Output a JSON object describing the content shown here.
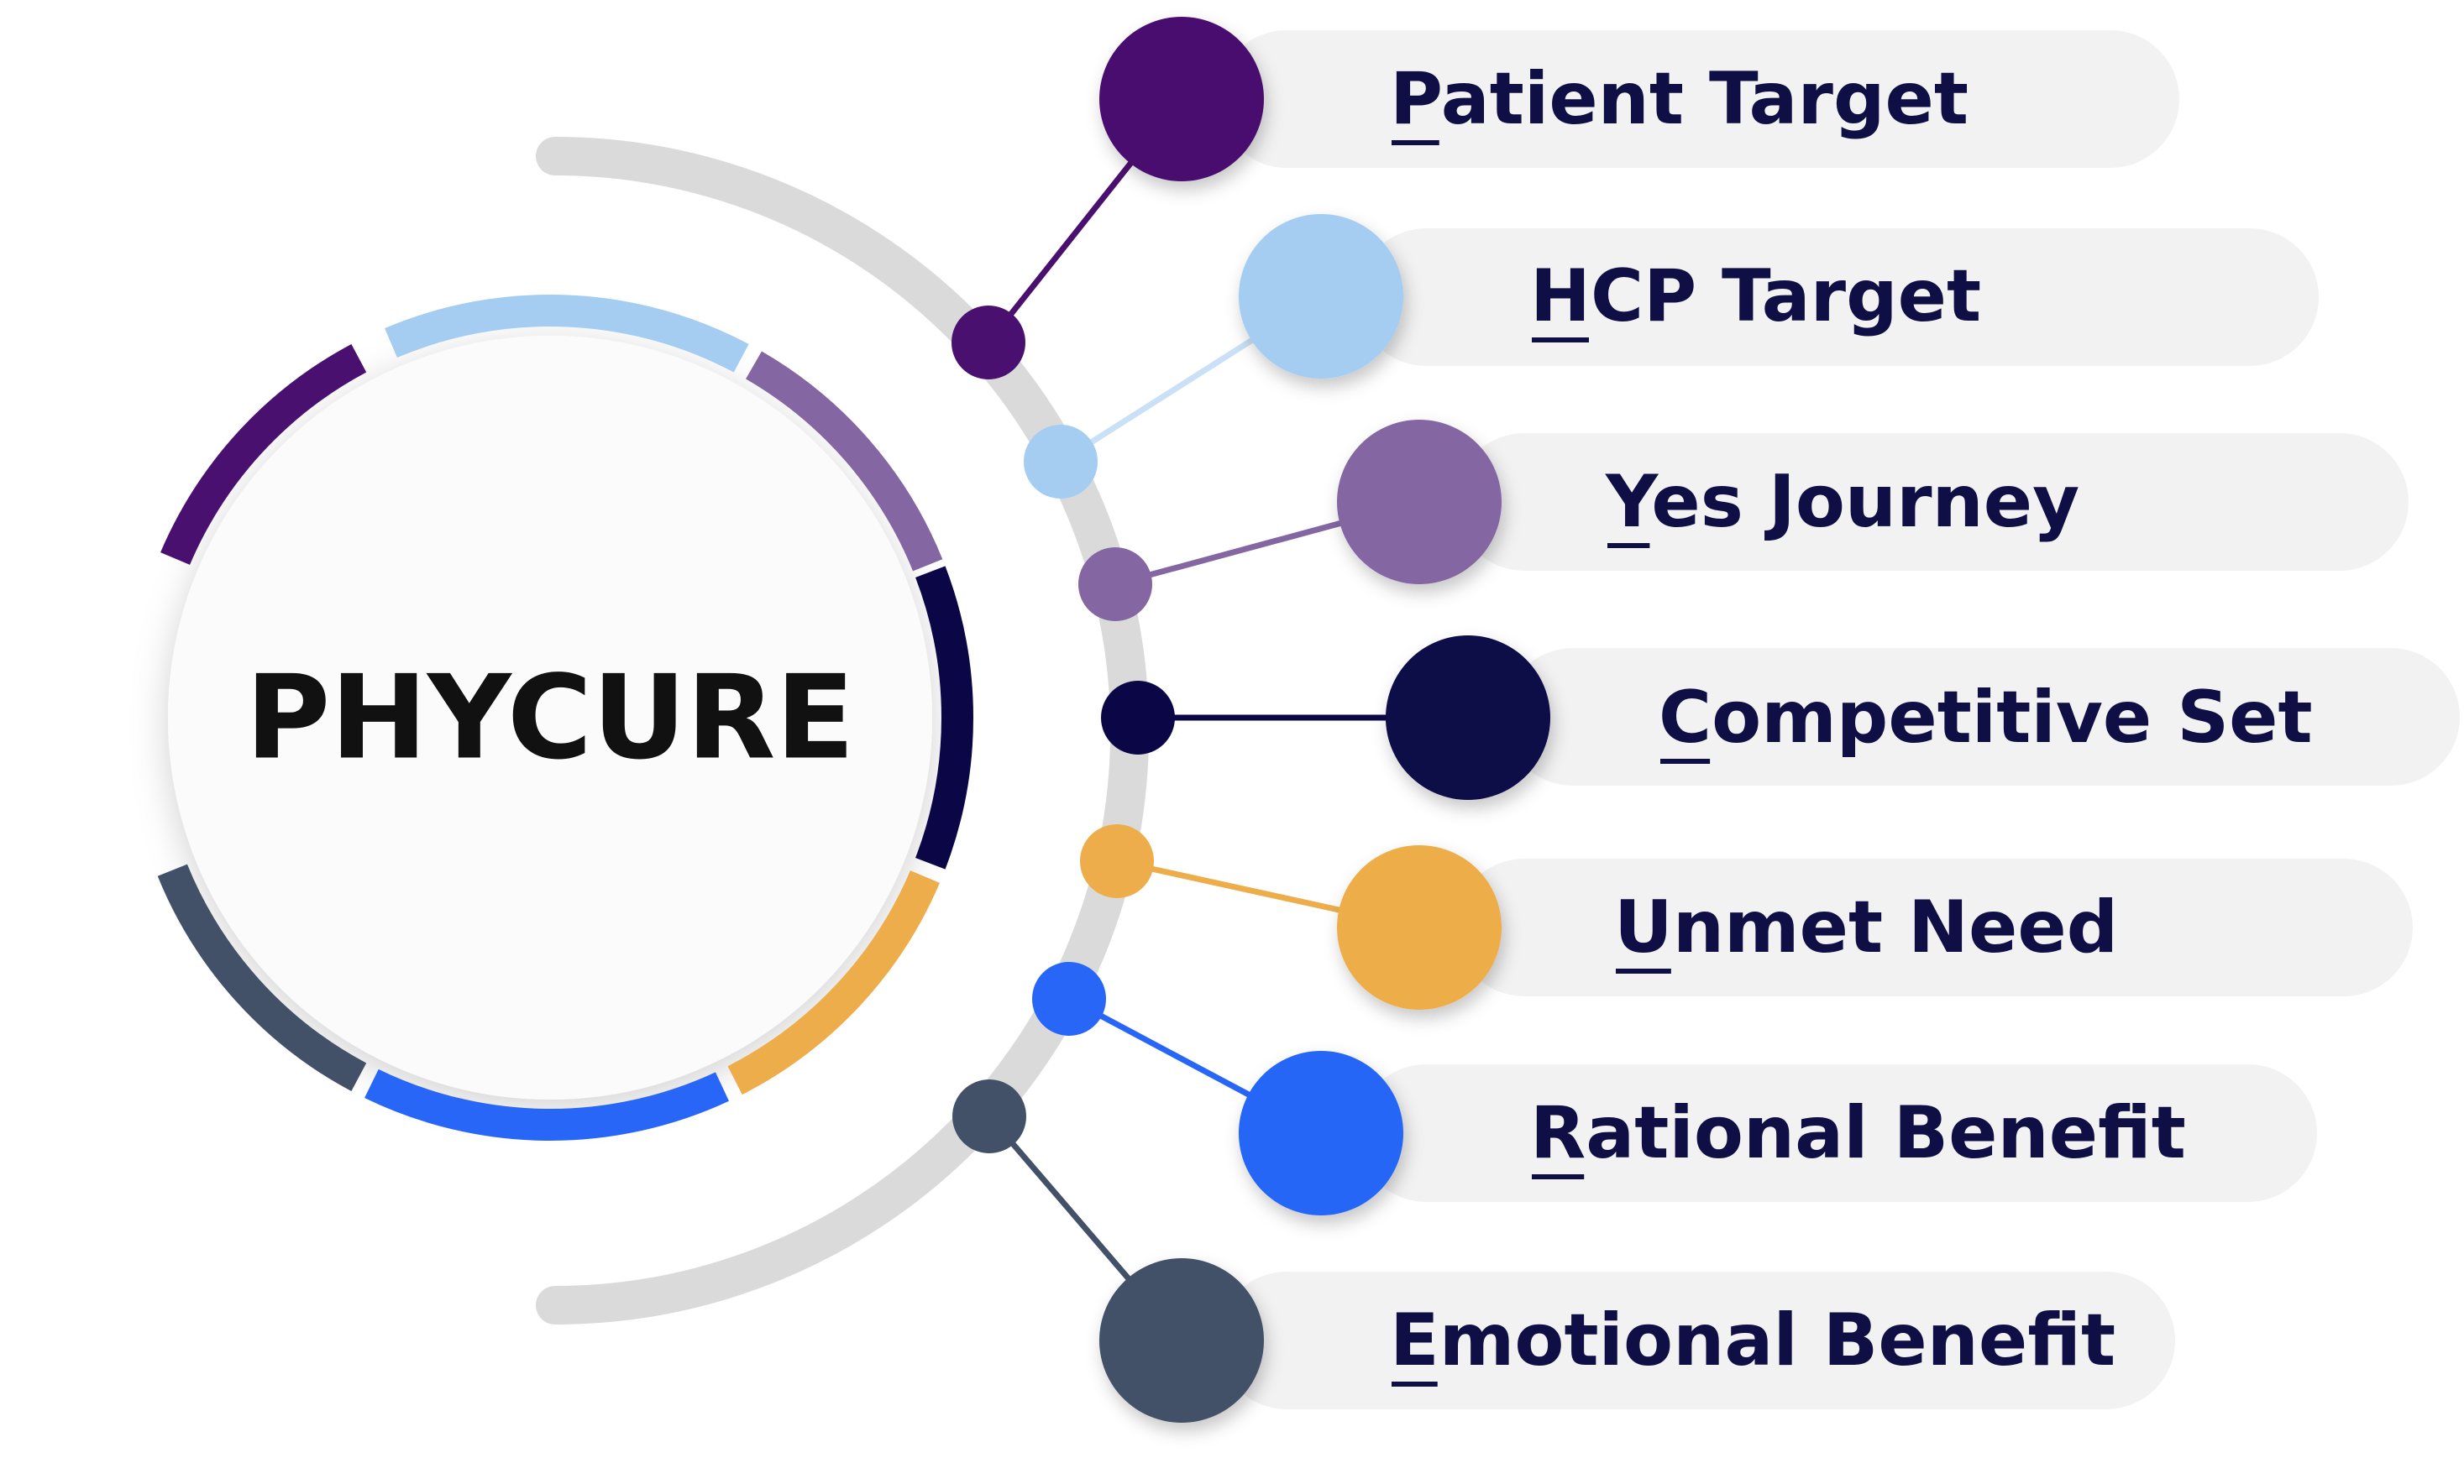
{
  "diagram": {
    "center_label": "PHYCURE",
    "items": [
      {
        "label": "Patient Target",
        "color": "#4a1070"
      },
      {
        "label": "HCP Target",
        "color": "#a4cdf1"
      },
      {
        "label": "Yes Journey",
        "color": "#8466a3"
      },
      {
        "label": "Competitive Set",
        "color": "#0b0747"
      },
      {
        "label": "Unmet Need",
        "color": "#edad4a"
      },
      {
        "label": "Rational Benefit",
        "color": "#2866f7"
      },
      {
        "label": "Emotional Benefit",
        "color": "#435168"
      }
    ],
    "colors": {
      "guide_arc": "#dadada",
      "pill_fill": "#f2f2f2",
      "center_circle": "#fbfbfb",
      "label_text": "#0f0f45",
      "center_text": "#111111"
    }
  }
}
